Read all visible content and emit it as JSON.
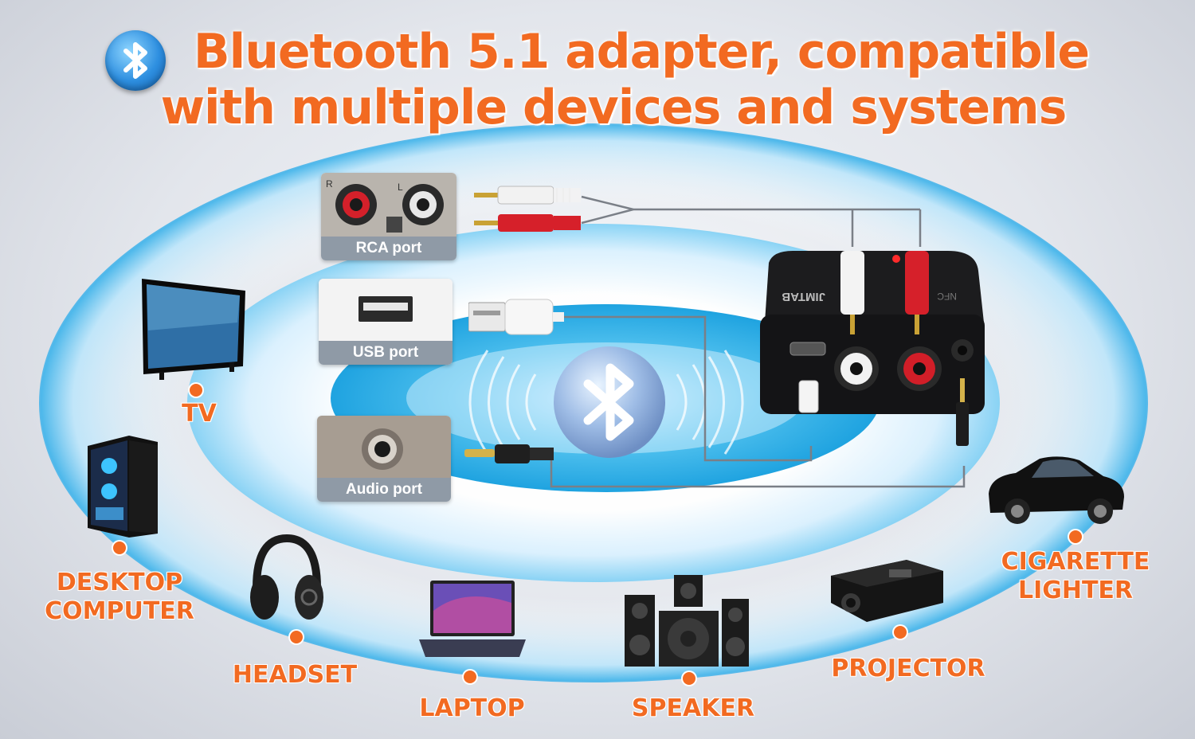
{
  "headline": {
    "line1": "Bluetooth 5.1 adapter, compatible",
    "line2": "with multiple devices and systems",
    "accent_color": "#f26a21",
    "icon": "bluetooth-icon"
  },
  "ports": [
    {
      "label": "RCA port",
      "icon": "rca-port-icon"
    },
    {
      "label": "USB port",
      "icon": "usb-port-icon"
    },
    {
      "label": "Audio port",
      "icon": "audio-port-icon"
    }
  ],
  "device_box": {
    "brand": "JIMTAB",
    "nfc": "NFC",
    "ports": [
      "micro-usb",
      "rca-white",
      "rca-red",
      "3.5mm"
    ]
  },
  "devices": [
    {
      "label": "TV",
      "icon": "tv-icon"
    },
    {
      "label_line1": "DESKTOP",
      "label_line2": "COMPUTER",
      "icon": "desktop-computer-icon"
    },
    {
      "label": "HEADSET",
      "icon": "headset-icon"
    },
    {
      "label": "LAPTOP",
      "icon": "laptop-icon"
    },
    {
      "label": "SPEAKER",
      "icon": "speaker-icon"
    },
    {
      "label": "PROJECTOR",
      "icon": "projector-icon"
    },
    {
      "label_line1": "CIGARETTE",
      "label_line2": "LIGHTER",
      "icon": "car-icon"
    }
  ]
}
